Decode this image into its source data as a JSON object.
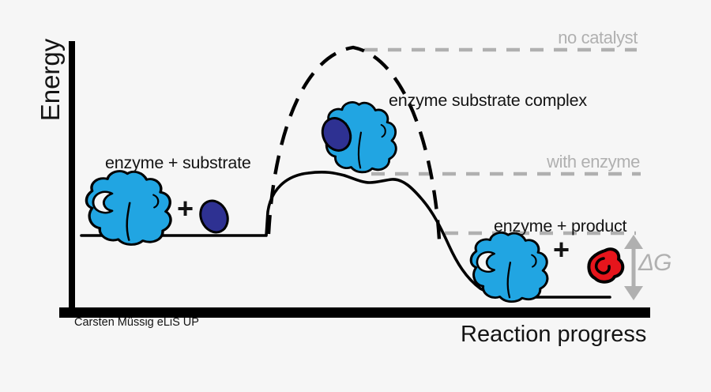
{
  "colors": {
    "background": "#f6f6f6",
    "enzyme_blue": "#21a5e2",
    "substrate_navy": "#2e3192",
    "product_red": "#e6151c",
    "muted_gray": "#b0b0b0",
    "ink_black": "#000000"
  },
  "axes": {
    "y_label": "Energy",
    "x_label": "Reaction progress"
  },
  "levels": {
    "no_catalyst_label": "no catalyst",
    "with_enzyme_label": "with enzyme"
  },
  "stages": {
    "reactants_label": "enzyme + substrate",
    "complex_label": "enzyme substrate complex",
    "products_label": "enzyme + product",
    "plus_sign": "+"
  },
  "delta_g_label": "ΔG",
  "attribution": "Carsten Müssig eLiS UP",
  "shapes": {
    "enzyme": "enzyme-blob",
    "substrate": "substrate-oval",
    "product": "product-bean",
    "delta_arrow": "double-headed-vertical-arrow"
  },
  "chart_data": {
    "type": "line",
    "title": "",
    "xlabel": "Reaction progress",
    "ylabel": "Energy",
    "grid": false,
    "series": [
      {
        "name": "no catalyst",
        "line_style": "dashed",
        "color": "#000000",
        "x_rel": [
          0.33,
          0.4,
          0.48,
          0.56,
          0.63
        ],
        "energy_rel": [
          0.3,
          0.78,
          0.97,
          0.76,
          0.27
        ]
      },
      {
        "name": "with enzyme",
        "line_style": "solid",
        "color": "#000000",
        "x_rel": [
          0.02,
          0.32,
          0.34,
          0.42,
          0.47,
          0.52,
          0.57,
          0.63,
          0.68,
          0.74,
          0.93
        ],
        "energy_rel": [
          0.3,
          0.3,
          0.38,
          0.51,
          0.5,
          0.51,
          0.45,
          0.3,
          0.15,
          0.07,
          0.07
        ]
      }
    ],
    "reference_lines": [
      {
        "label": "no catalyst",
        "energy_rel": 0.97,
        "style": "dashed",
        "color": "#b0b0b0"
      },
      {
        "label": "with enzyme",
        "energy_rel": 0.52,
        "style": "dashed",
        "color": "#b0b0b0"
      },
      {
        "label": "",
        "energy_rel": 0.3,
        "style": "dashed",
        "color": "#b0b0b0"
      }
    ],
    "annotations": [
      "enzyme + substrate",
      "enzyme substrate complex",
      "enzyme + product",
      "ΔG"
    ]
  }
}
